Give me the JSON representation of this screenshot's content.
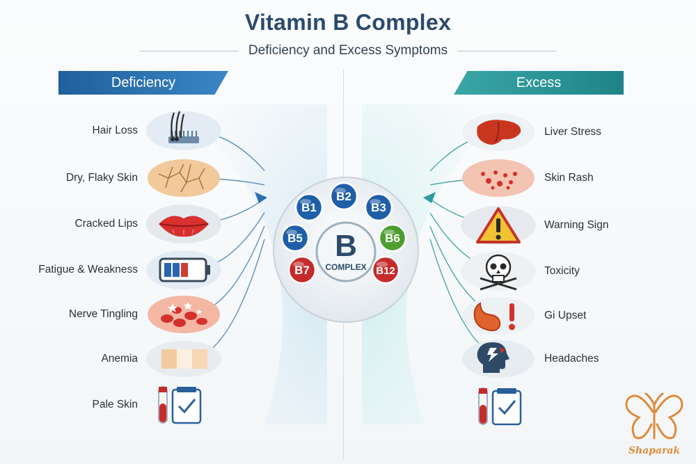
{
  "title": "Vitamin B Complex",
  "subtitle": "Deficiency and Excess Symptoms",
  "deficiency": {
    "header": "Deficiency",
    "items": [
      {
        "label": "Hair Loss",
        "icon": "hair-comb-icon"
      },
      {
        "label": "Dry, Flaky Skin",
        "icon": "cracked-skin-icon"
      },
      {
        "label": "Cracked Lips",
        "icon": "lips-icon"
      },
      {
        "label": "Fatigue & Weakness",
        "icon": "low-battery-icon"
      },
      {
        "label": "Nerve Tingling",
        "icon": "nerve-cells-icon"
      },
      {
        "label": "Anemia",
        "icon": "skin-swatch-icon"
      },
      {
        "label": "Pale Skin",
        "icon": "blood-test-icon"
      }
    ]
  },
  "excess": {
    "header": "Excess",
    "items": [
      {
        "label": "Liver Stress",
        "icon": "liver-icon"
      },
      {
        "label": "Skin Rash",
        "icon": "rash-icon"
      },
      {
        "label": "Warning Sign",
        "icon": "warning-triangle-icon"
      },
      {
        "label": "Toxicity",
        "icon": "skull-crossbones-icon"
      },
      {
        "label": "Gi Upset",
        "icon": "stomach-icon"
      },
      {
        "label": "Headaches",
        "icon": "headache-icon"
      },
      {
        "label": "",
        "icon": "blood-test-icon"
      }
    ]
  },
  "hub": {
    "letter": "B",
    "word": "COMPLEX",
    "vitamins": [
      {
        "label": "B1",
        "color": "#1f5fa8"
      },
      {
        "label": "B2",
        "color": "#1f5fa8"
      },
      {
        "label": "B3",
        "color": "#1f5fa8"
      },
      {
        "label": "B5",
        "color": "#1f5fa8"
      },
      {
        "label": "B6",
        "color": "#4d9e2f"
      },
      {
        "label": "B7",
        "color": "#c62b2b"
      },
      {
        "label": "B12",
        "color": "#c62b2b"
      }
    ]
  },
  "logo": {
    "text": "Shaparak",
    "icon": "butterfly-icon"
  },
  "colors": {
    "deficiency": "#2a6fb0",
    "excess": "#2a9a9c",
    "title": "#2b4a6c"
  }
}
